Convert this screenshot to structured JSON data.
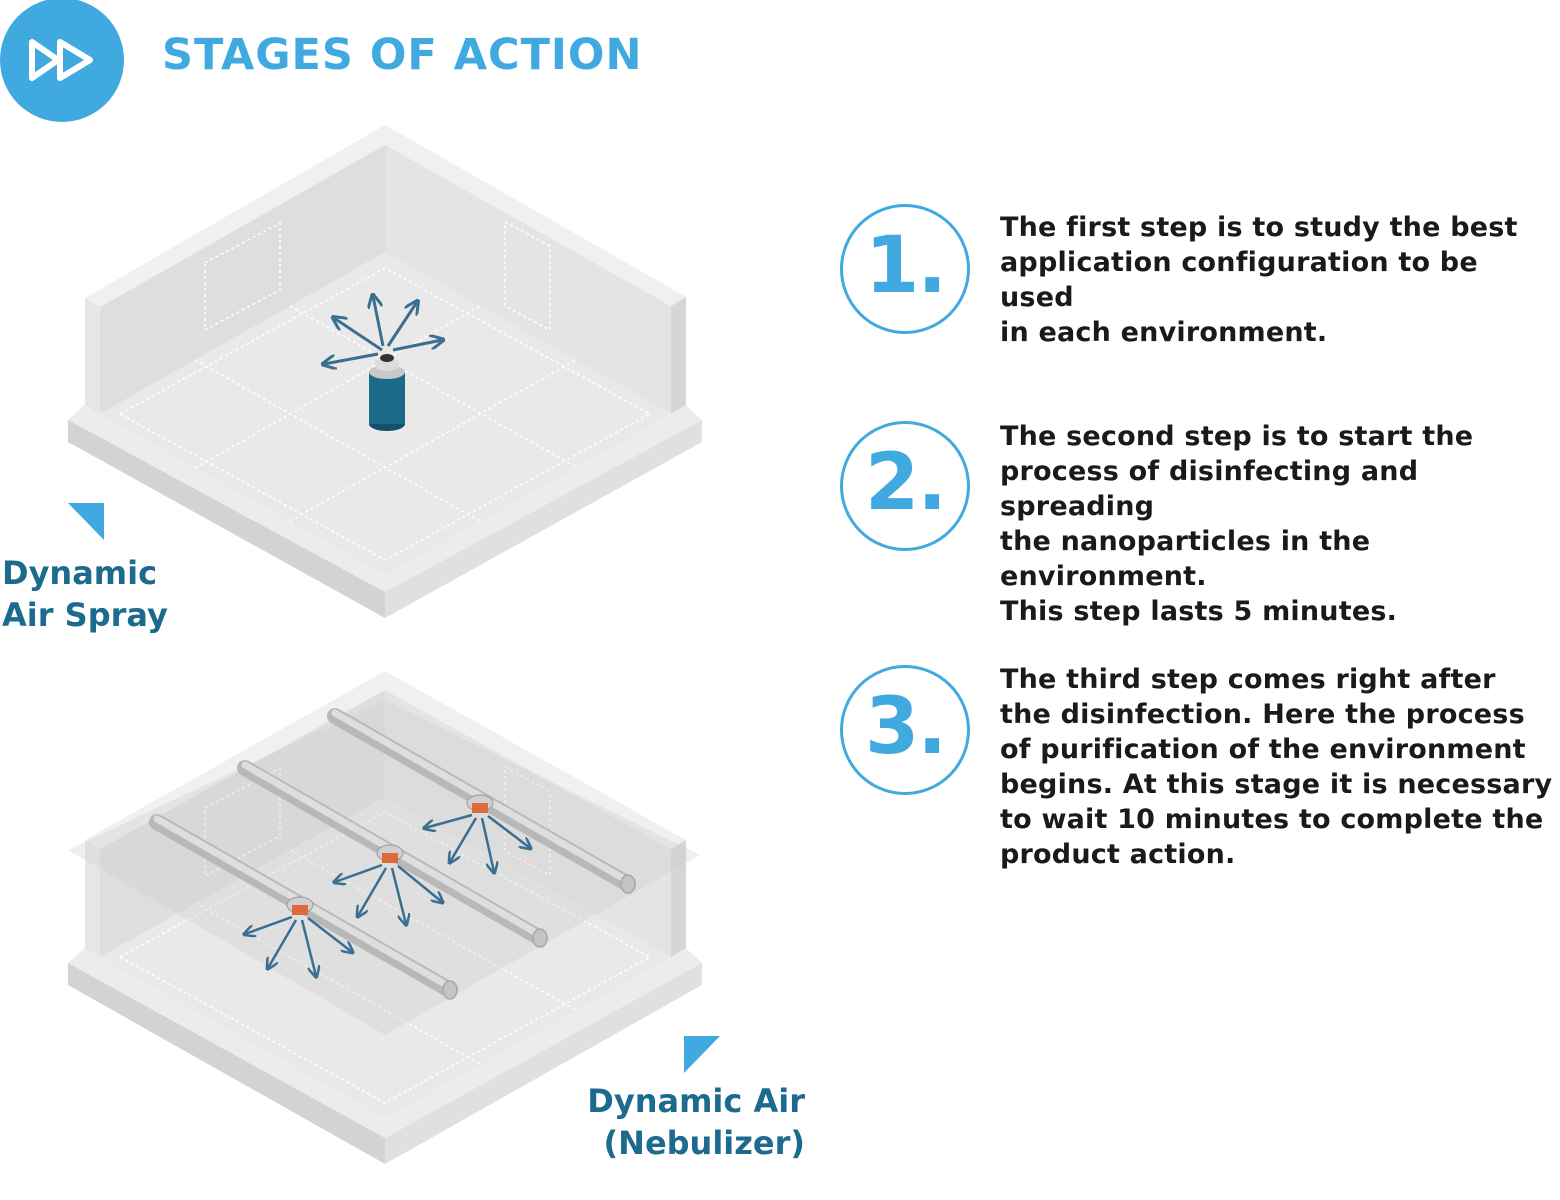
{
  "header": {
    "title": "STAGES OF ACTION",
    "icon": "fast-forward-icon",
    "accent_color": "#3fa9e0"
  },
  "scenes": [
    {
      "label_lines": [
        "Dynamic",
        "Air Spray"
      ],
      "device": "spray-can"
    },
    {
      "label_lines": [
        "Dynamic Air",
        "(Nebulizer)"
      ],
      "device": "nebulizer-pipes"
    }
  ],
  "steps": [
    {
      "number": "1.",
      "lines": [
        "The first step is to study the best",
        "application configuration to be used",
        "in each environment."
      ]
    },
    {
      "number": "2.",
      "lines": [
        "The second step is to start the",
        "process of disinfecting and spreading",
        "the nanoparticles in the environment.",
        "This step lasts 5 minutes."
      ]
    },
    {
      "number": "3.",
      "lines": [
        "The third step comes right after",
        "the disinfection. Here the process",
        "of purification of the environment",
        "begins. At this stage it is necessary",
        "to wait 10 minutes to complete the",
        "product action."
      ]
    }
  ],
  "colors": {
    "label": "#1d6a8f",
    "arrow": "#3b6f8f",
    "can": "#1b6a8a",
    "nozzle_accent": "#e0683e"
  }
}
